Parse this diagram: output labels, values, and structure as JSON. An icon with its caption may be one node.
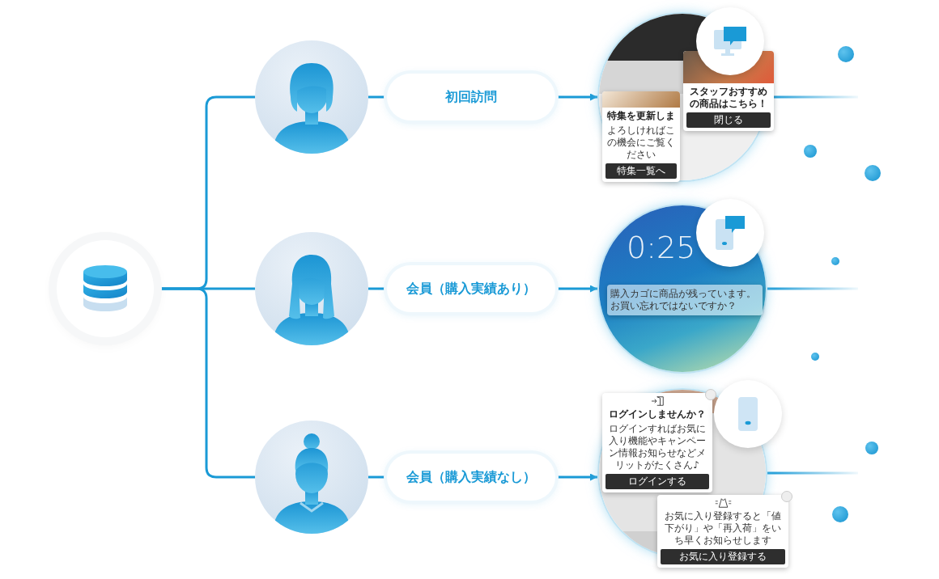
{
  "diagram": {
    "nodes": [
      {
        "text": [],
        "shape": "circle"
      },
      {
        "text": [],
        "shape": "person"
      },
      {
        "text": [],
        "shape": "person"
      },
      {
        "text": [],
        "shape": "person"
      },
      {
        "text": [
          "初回訪問"
        ]
      },
      {
        "text": [
          "会員（購入実績あり）"
        ]
      },
      {
        "text": [
          "会員（購入実績なし）"
        ]
      },
      {
        "text": [
          "スタッフおすすめの商品はこちら！",
          "閉じる",
          "特集を更新しま",
          "よろしければこの機会にご覧ください",
          "特集一覧へ"
        ]
      },
      {
        "text": [
          "0:25",
          "購入カゴに商品が残っています。お買い忘れではないですか？"
        ]
      },
      {
        "text": [
          "ログインしませんか？",
          "ログインすればお気に入り機能やキャンペーン情報お知らせなどメリットがたくさん♪",
          "ログインする",
          "お気に入り登録すると「値下がり」や「再入荷」をいち早くお知らせします",
          "お気に入り登録する"
        ]
      }
    ],
    "edges": [
      {
        "from": 0,
        "to": 1,
        "arrow": "none"
      },
      {
        "from": 0,
        "to": 2,
        "arrow": "none"
      },
      {
        "from": 0,
        "to": 3,
        "arrow": "none"
      },
      {
        "from": 1,
        "to": 4,
        "arrow": "none"
      },
      {
        "from": 2,
        "to": 5,
        "arrow": "none"
      },
      {
        "from": 3,
        "to": 6,
        "arrow": "none"
      },
      {
        "from": 4,
        "to": 7,
        "arrow": "to"
      },
      {
        "from": 5,
        "to": 8,
        "arrow": "to"
      },
      {
        "from": 6,
        "to": 9,
        "arrow": "to"
      },
      {
        "from": 7,
        "to": null,
        "arrow": "none"
      },
      {
        "from": 8,
        "to": null,
        "arrow": "none"
      },
      {
        "from": 9,
        "to": null,
        "arrow": "none"
      }
    ]
  }
}
